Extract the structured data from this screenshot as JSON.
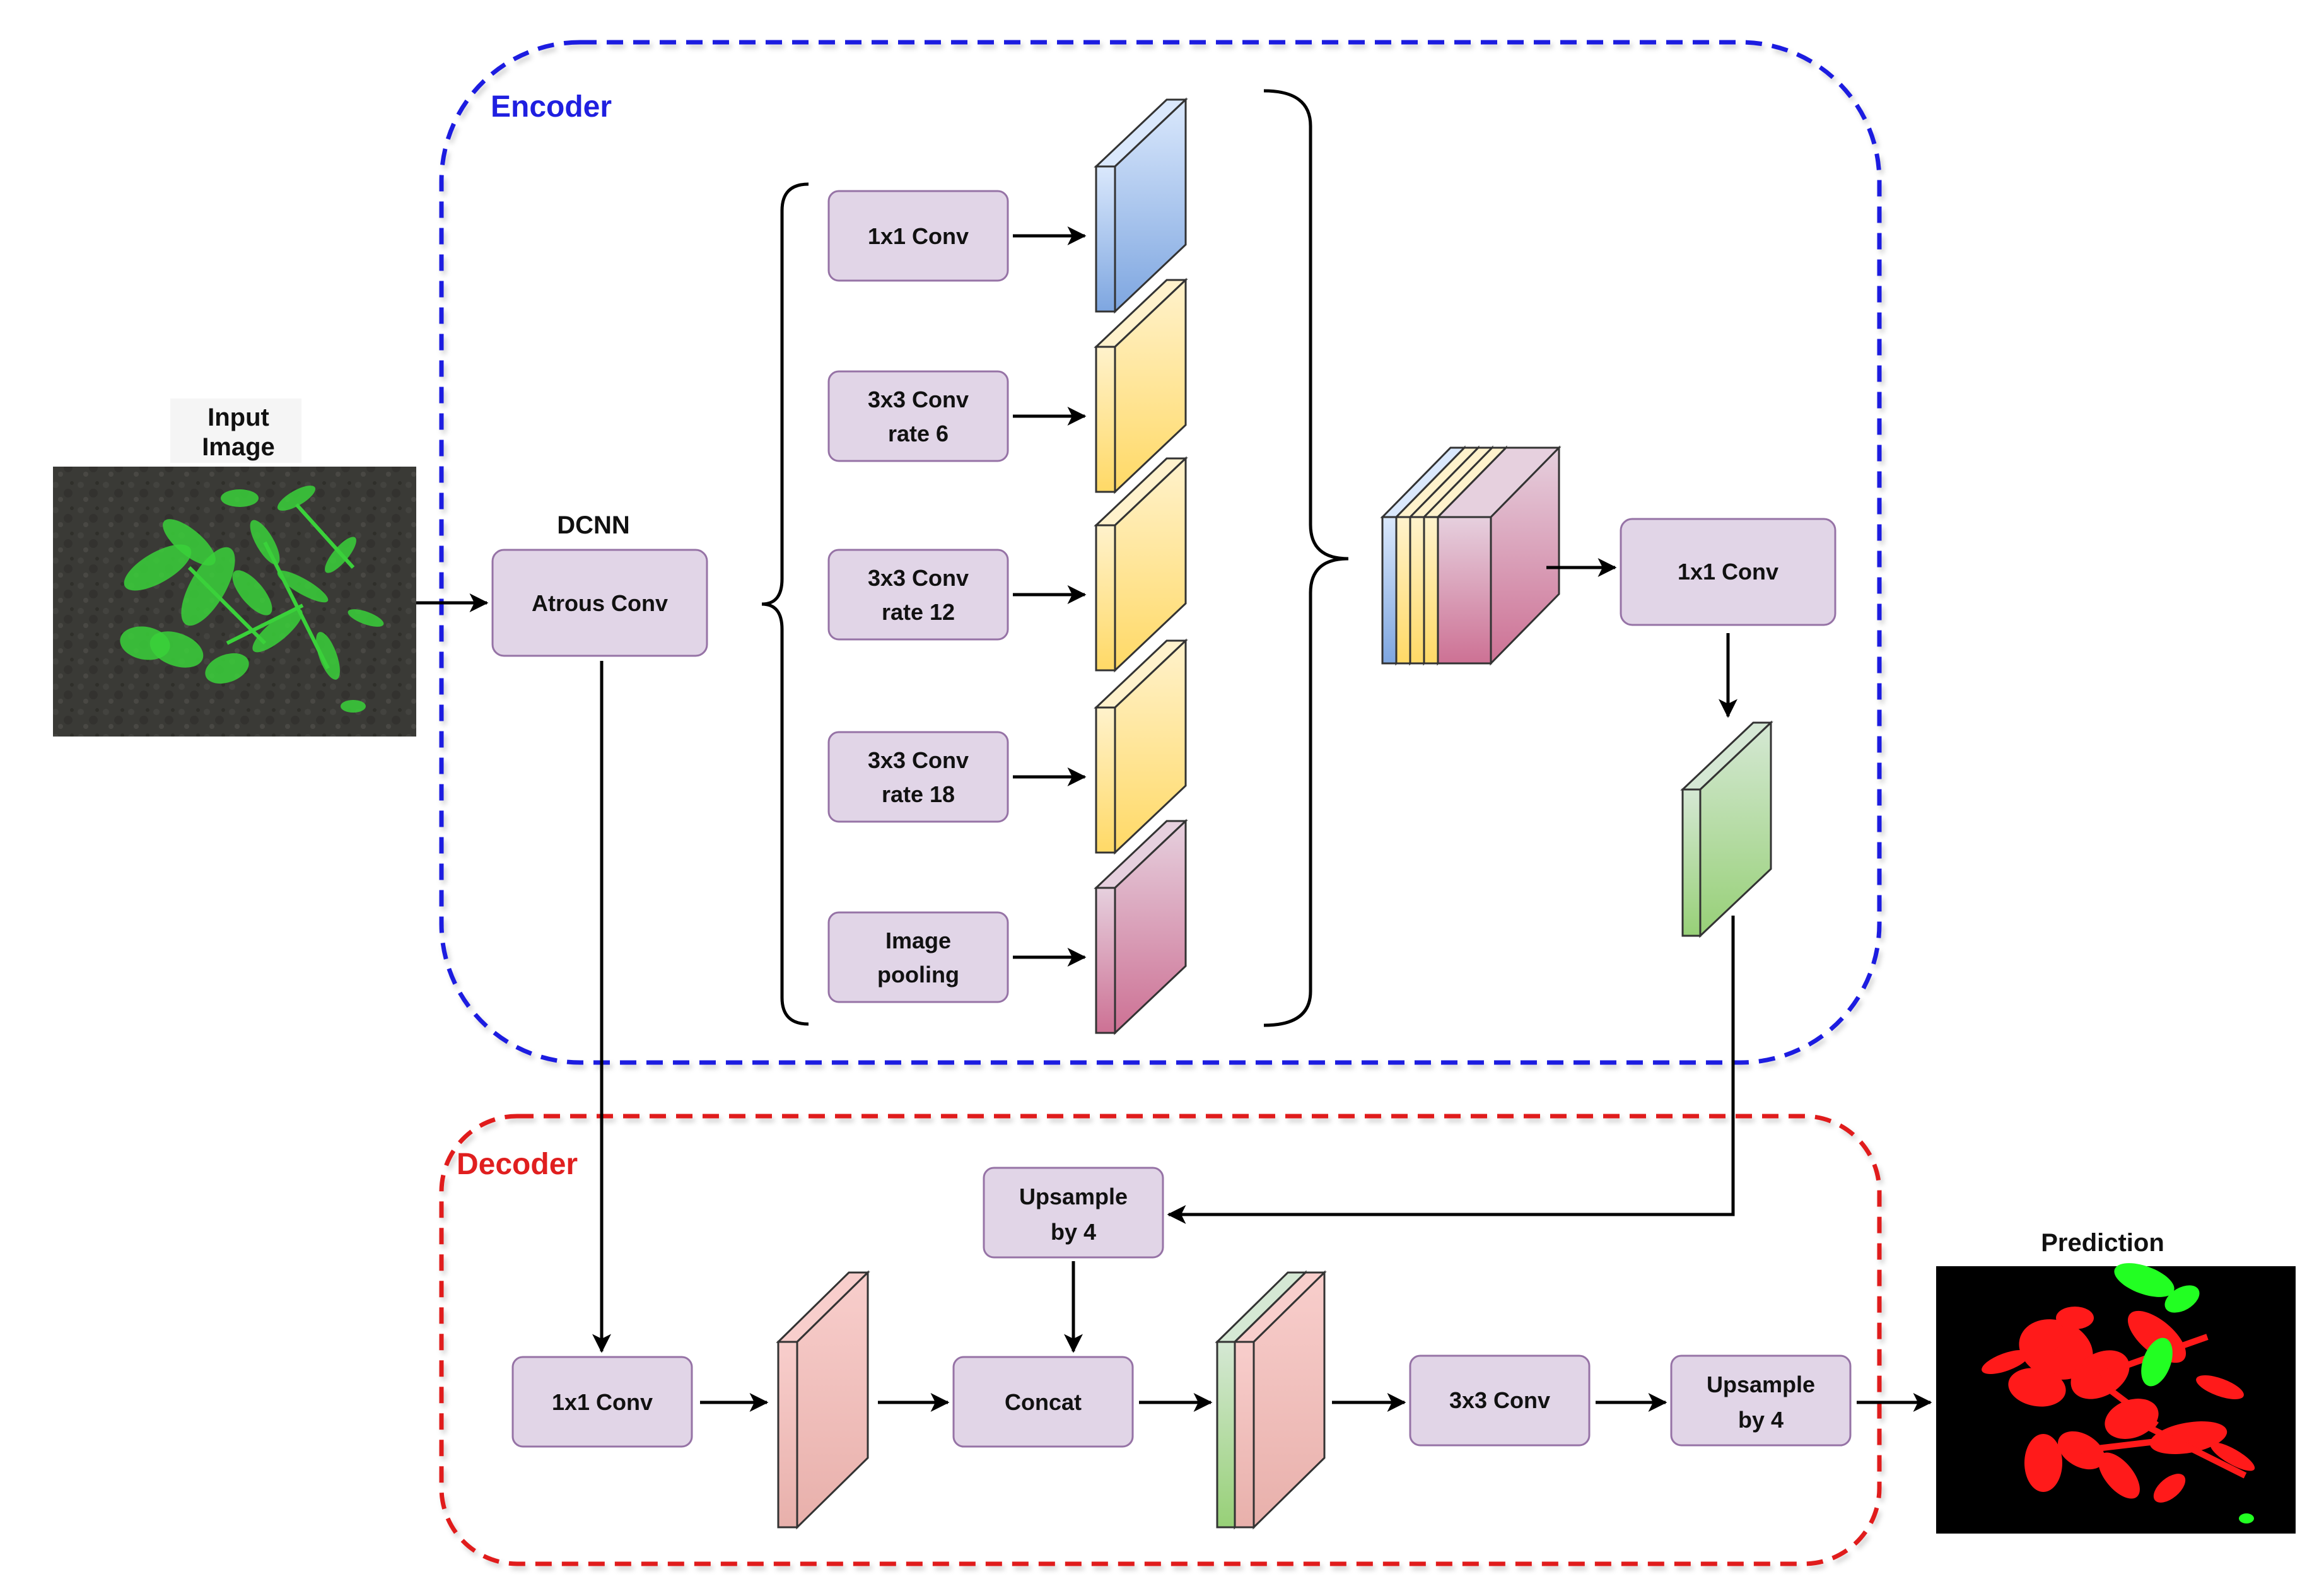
{
  "regions": {
    "encoder": {
      "label": "Encoder",
      "color": "#1f1fe0"
    },
    "decoder": {
      "label": "Decoder",
      "color": "#e01f1f"
    }
  },
  "labels": {
    "input_image": [
      "Input",
      "Image"
    ],
    "dcnn": "DCNN",
    "prediction": "Prediction"
  },
  "encoder": {
    "atrous_conv": "Atrous Conv",
    "aspp": [
      {
        "lines": [
          "1x1 Conv"
        ],
        "feature_color": "blue"
      },
      {
        "lines": [
          "3x3 Conv",
          "rate 6"
        ],
        "feature_color": "yellow"
      },
      {
        "lines": [
          "3x3 Conv",
          "rate 12"
        ],
        "feature_color": "yellow"
      },
      {
        "lines": [
          "3x3 Conv",
          "rate 18"
        ],
        "feature_color": "yellow"
      },
      {
        "lines": [
          "Image",
          "pooling"
        ],
        "feature_color": "pink"
      }
    ],
    "post_conv": "1x1 Conv"
  },
  "decoder": {
    "low_level_conv": "1x1 Conv",
    "upsample_1": [
      "Upsample",
      "by 4"
    ],
    "concat": "Concat",
    "conv3x3": "3x3 Conv",
    "upsample_2": [
      "Upsample",
      "by 4"
    ]
  },
  "colors": {
    "box_fill": "#e1d5e7",
    "box_stroke": "#9673a6",
    "blue": [
      "#dae8fc",
      "#7ea6e0"
    ],
    "yellow": [
      "#fff2cc",
      "#ffd966"
    ],
    "pink": [
      "#e6d0de",
      "#cd7194"
    ],
    "green": [
      "#d5e8d4",
      "#97d077"
    ],
    "salmon": [
      "#f8cecc",
      "#e8b0ab"
    ],
    "plant_green": "#3ad13a",
    "prediction_red": "#ff1a1a",
    "prediction_green": "#22ff22"
  }
}
